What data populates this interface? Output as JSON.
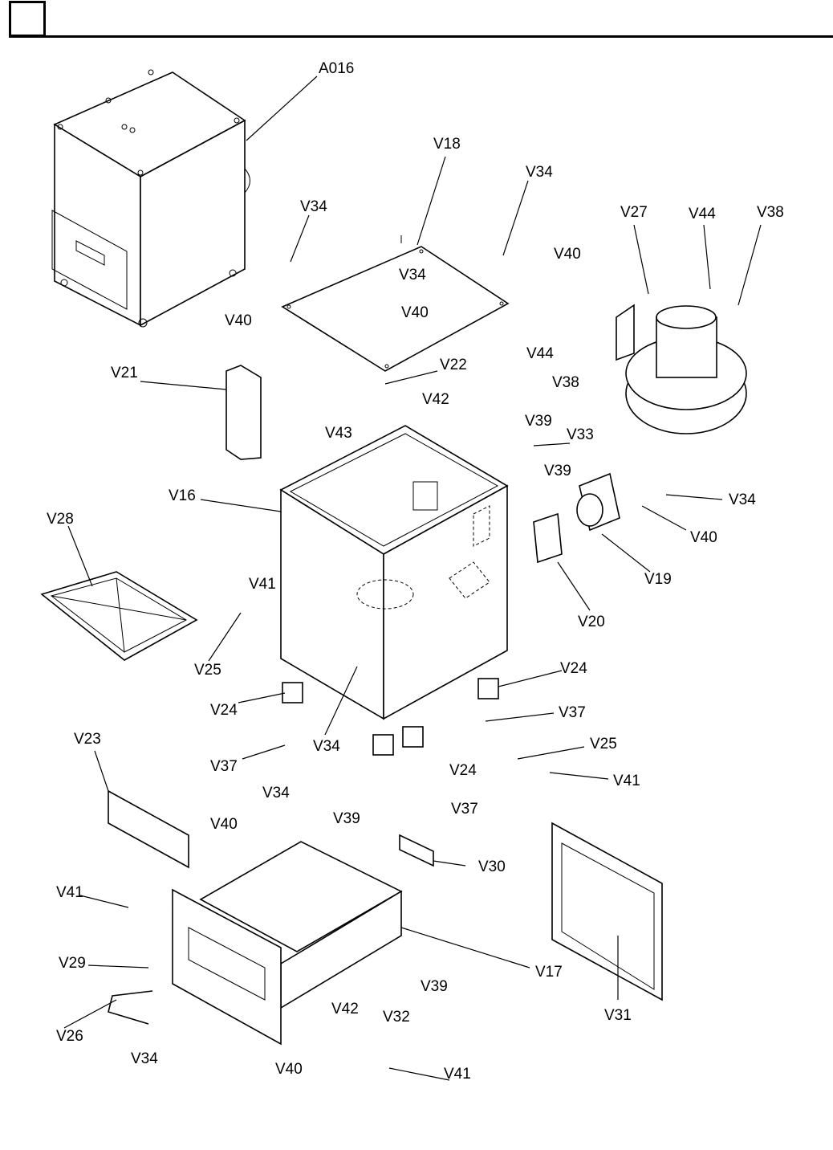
{
  "header": {
    "box_label": "",
    "title": ""
  },
  "diagram": {
    "type": "exploded-parts-view",
    "labels": {
      "A016": "A016",
      "V18": "V18",
      "V34_top_right": "V34",
      "V34_top_left": "V34",
      "V34_top_mid": "V34",
      "V40_top_left": "V40",
      "V40_top_mid": "V40",
      "V40_top_right": "V40",
      "V27": "V27",
      "V44_top": "V44",
      "V38_top": "V38",
      "V44_mid": "V44",
      "V38_mid": "V38",
      "V21": "V21",
      "V22": "V22",
      "V42_top": "V42",
      "V43": "V43",
      "V39_a": "V39",
      "V33": "V33",
      "V39_b": "V39",
      "V34_right": "V34",
      "V40_right": "V40",
      "V19": "V19",
      "V20": "V20",
      "V16": "V16",
      "V28": "V28",
      "V41_left": "V41",
      "V25_left": "V25",
      "V24_left": "V24",
      "V34_center": "V34",
      "V37_left": "V37",
      "V24_right": "V24",
      "V37_right": "V37",
      "V24_center": "V24",
      "V37_center": "V37",
      "V25_right": "V25",
      "V41_right": "V41",
      "V23": "V23",
      "V34_drawer": "V34",
      "V40_drawer": "V40",
      "V39_drawer_top": "V39",
      "V30": "V30",
      "V41_drawer": "V41",
      "V29": "V29",
      "V26": "V26",
      "V34_drawer_bottom": "V34",
      "V40_drawer_bottom": "V40",
      "V42_drawer": "V42",
      "V32": "V32",
      "V39_drawer": "V39",
      "V17": "V17",
      "V31": "V31",
      "V41_drawer_bottom": "V41"
    }
  }
}
